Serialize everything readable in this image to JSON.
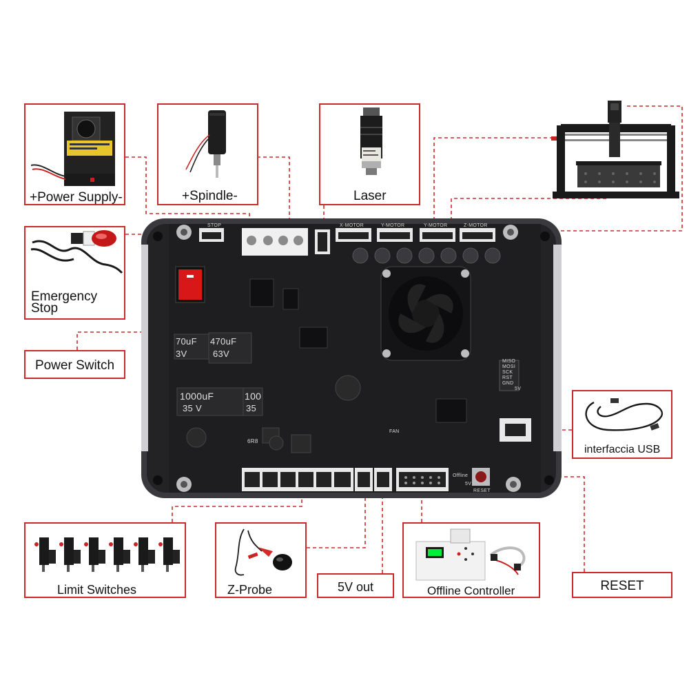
{
  "callouts": {
    "power_supply": "+Power Supply-",
    "spindle": "+Spindle-",
    "laser": "Laser",
    "emergency_stop_line1": "Emergency",
    "emergency_stop_line2": "Stop",
    "power_switch": "Power Switch",
    "usb": "interfaccia USB",
    "limit_switches": "Limit Switches",
    "z_probe": "Z-Probe",
    "five_v_out": "5V out",
    "offline_controller": "Offline Controller",
    "reset": "RESET"
  },
  "board_silkscreen": {
    "stop": "STOP",
    "x_motor": "X-MOTOR",
    "y_motor": "Y-MOTOR",
    "y_motor_2": "Y-MOTOR",
    "z_motor": "Z-MOTOR",
    "cap_1": "470uF",
    "cap_1_v": "63V",
    "cap_2": "70uF",
    "cap_2_v": "3V",
    "cap_3": "1000uF",
    "cap_3_v": "35 V",
    "cap_4": "100",
    "cap_4_v": "35",
    "fan": "FAN",
    "reset": "RESET",
    "offline": "Offline",
    "five_v": "5V",
    "spi_1": "MISO",
    "spi_2": "MOSI",
    "spi_3": "SCK",
    "spi_4": "RST",
    "spi_5": "GND",
    "spi_v": "5V",
    "inductor": "6R8"
  },
  "colors": {
    "callout_border": "#cc2a2a",
    "board": "#1e1e20",
    "board_case": "#3a3a3e"
  }
}
